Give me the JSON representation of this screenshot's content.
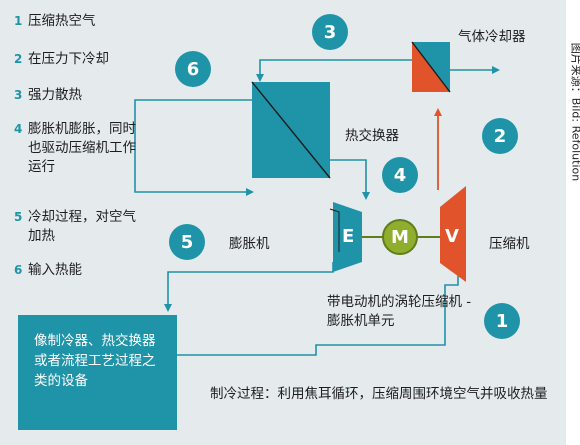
{
  "steps": [
    {
      "num": "1",
      "text": "压缩热空气"
    },
    {
      "num": "2",
      "text": "在压力下冷却"
    },
    {
      "num": "3",
      "text": "强力散热"
    },
    {
      "num": "4",
      "text": "膨胀机膨胀，同时也驱动压缩机工作运行"
    },
    {
      "num": "5",
      "text": "冷却过程，对空气加热"
    },
    {
      "num": "6",
      "text": "输入热能"
    }
  ],
  "badges": [
    "1",
    "2",
    "3",
    "4",
    "5",
    "6"
  ],
  "labels": {
    "gas_cooler": "气体冷却器",
    "heat_exchanger": "热交换器",
    "expander": "膨胀机",
    "compressor": "压缩机",
    "turbo_unit": "带电动机的涡轮压缩机 - 膨胀机单元",
    "device": "像制冷器、热交换器或者流程工艺过程之类的设备",
    "process": "制冷过程：利用焦耳循环，压缩周围环境空气并吸收热量"
  },
  "machines": {
    "expander_letter": "E",
    "motor_letter": "M",
    "compressor_letter": "V"
  },
  "credit": "图片来源：Bild: Refolution",
  "colors": {
    "panel": "#e5eaed",
    "teal": "#1f93a8",
    "red": "#e0532b",
    "green": "#8fae2d"
  }
}
